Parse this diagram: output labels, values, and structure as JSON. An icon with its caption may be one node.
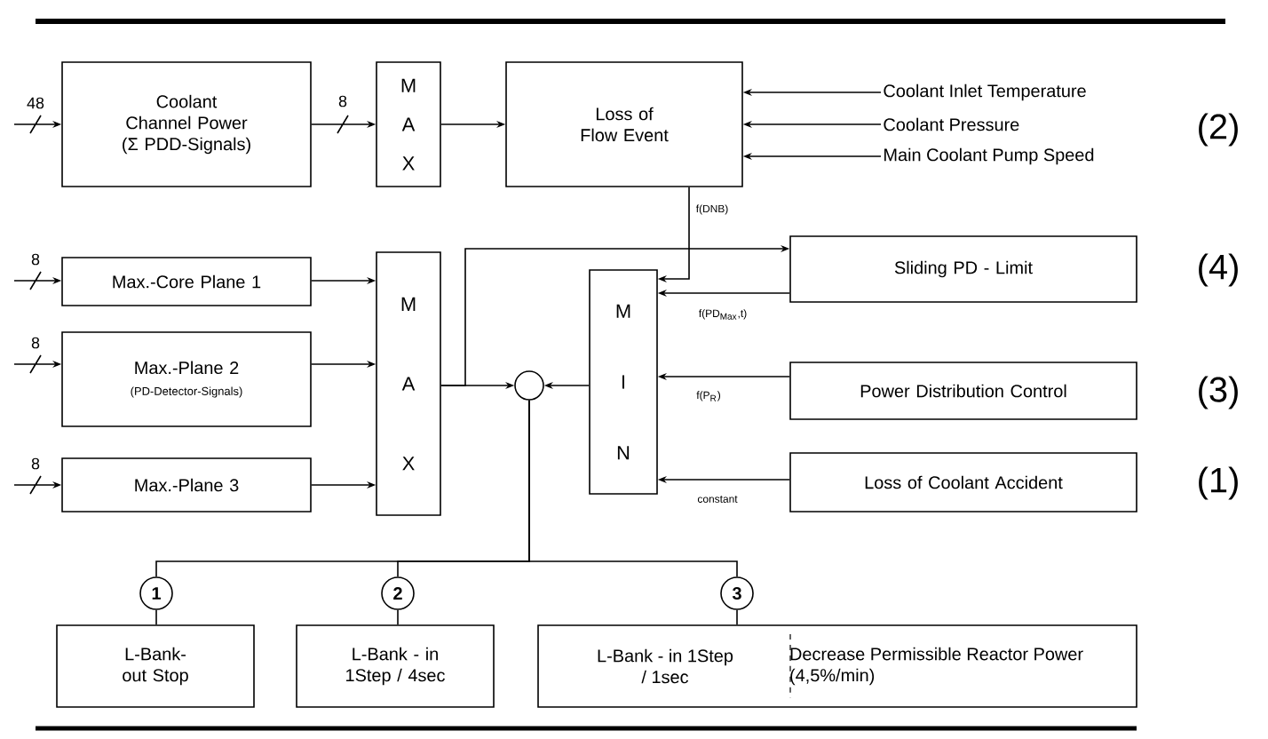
{
  "diagram": {
    "nodes": [
      {
        "text": [
          "Coolant Channel Power",
          "(Σ PDD-Signals)"
        ]
      },
      {
        "text": [
          "M A X"
        ]
      },
      {
        "text": [
          "Loss of Flow Event"
        ]
      },
      {
        "text": [
          "Coolant Inlet Temperature"
        ]
      },
      {
        "text": [
          "Coolant Pressure"
        ]
      },
      {
        "text": [
          "Main Coolant Pump Speed"
        ]
      },
      {
        "text": [
          "Max.-Core Plane 1"
        ]
      },
      {
        "text": [
          "Max.-Plane 2",
          "(PD-Detector-Signals)"
        ]
      },
      {
        "text": [
          "Max.-Plane 3"
        ]
      },
      {
        "text": [
          "M A X"
        ]
      },
      {
        "text": [
          "M I N"
        ]
      },
      {
        "text": [
          "Sliding PD - Limit"
        ]
      },
      {
        "text": [
          "Power Distribution Control"
        ]
      },
      {
        "text": [
          "Loss of Coolant Accident"
        ]
      },
      {
        "text": [],
        "shape": "circle"
      },
      {
        "text": [
          "1"
        ]
      },
      {
        "text": [
          "2"
        ]
      },
      {
        "text": [
          "3"
        ]
      },
      {
        "text": [
          "L-Bank-out Stop"
        ]
      },
      {
        "text": [
          "L-Bank - in 1Step / 4sec"
        ]
      },
      {
        "text": [
          "L-Bank - in 1Step / 1sec",
          "Decrease Permissible Reactor Power (4,5%/min)"
        ]
      }
    ],
    "edges": [
      {
        "from": null,
        "to": 0,
        "arrow": "to",
        "label": "48"
      },
      {
        "from": 0,
        "to": 1,
        "arrow": "to",
        "label": "8"
      },
      {
        "from": 1,
        "to": 2,
        "arrow": "to"
      },
      {
        "from": 3,
        "to": 2,
        "arrow": "to"
      },
      {
        "from": 4,
        "to": 2,
        "arrow": "to"
      },
      {
        "from": 5,
        "to": 2,
        "arrow": "to"
      },
      {
        "from": null,
        "to": 6,
        "arrow": "to",
        "label": "8"
      },
      {
        "from": null,
        "to": 7,
        "arrow": "to",
        "label": "8"
      },
      {
        "from": null,
        "to": 8,
        "arrow": "to",
        "label": "8"
      },
      {
        "from": 6,
        "to": 9,
        "arrow": "to"
      },
      {
        "from": 7,
        "to": 9,
        "arrow": "to"
      },
      {
        "from": 8,
        "to": 9,
        "arrow": "to"
      },
      {
        "from": 9,
        "to": 14,
        "arrow": "to"
      },
      {
        "from": 9,
        "to": 11,
        "arrow": "to"
      },
      {
        "from": 2,
        "to": 10,
        "arrow": "to",
        "label": "f(DNB)"
      },
      {
        "from": 11,
        "to": 10,
        "arrow": "to",
        "label": "f(PD$_{Max}$,t)"
      },
      {
        "from": 12,
        "to": 10,
        "arrow": "to",
        "label": "f(P$_{R}$)"
      },
      {
        "from": 13,
        "to": 10,
        "arrow": "to",
        "label": "constant"
      },
      {
        "from": 10,
        "to": 14,
        "arrow": "to"
      },
      {
        "from": 14,
        "to": 15,
        "arrow": "none"
      },
      {
        "from": 14,
        "to": 16,
        "arrow": "none"
      },
      {
        "from": 14,
        "to": 17,
        "arrow": "none"
      },
      {
        "from": 15,
        "to": 18,
        "arrow": "none"
      },
      {
        "from": 16,
        "to": 19,
        "arrow": "none"
      },
      {
        "from": 17,
        "to": 20,
        "arrow": "none"
      }
    ],
    "labels": [
      "(2)",
      "(4)",
      "(3)",
      "(1)"
    ]
  }
}
